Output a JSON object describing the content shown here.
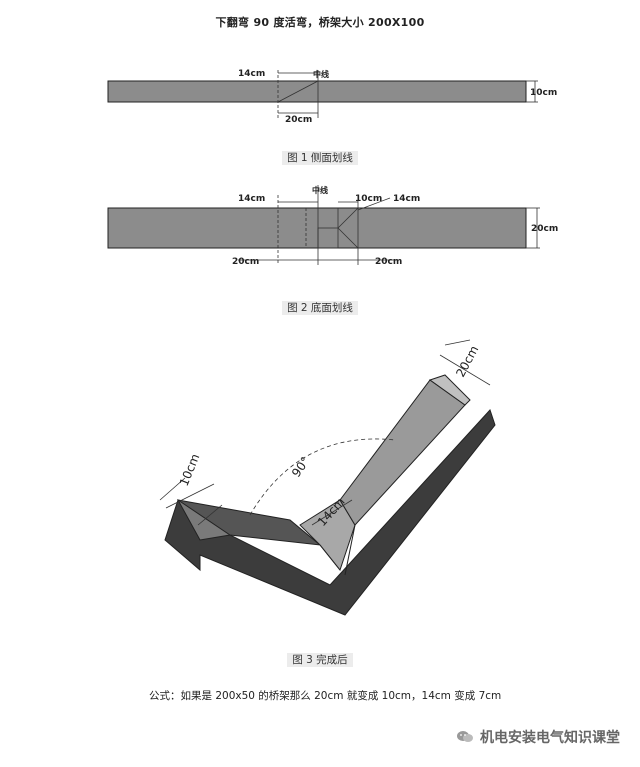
{
  "title": "下翻弯 90 度活弯，桥架大小 200X100",
  "fig1": {
    "caption": "图 1  侧面划线",
    "labels": {
      "top": "14cm",
      "center": "中线",
      "bottom": "20cm",
      "height": "10cm"
    }
  },
  "fig2": {
    "caption": "图 2  底面划线",
    "labels": {
      "top_left": "14cm",
      "center": "中线",
      "mid": "10cm",
      "top_right": "14cm",
      "bottom_left": "20cm",
      "bottom_right": "20cm",
      "height": "20cm"
    }
  },
  "fig3": {
    "caption": "图 3  完成后",
    "labels": {
      "left": "10cm",
      "angle": "90°",
      "inner": "14cm",
      "right": "20cm"
    }
  },
  "formula": "公式：如果是 200x50 的桥架那么 20cm 就变成 10cm，14cm 变成 7cm",
  "footer": "机电安装电气知识课堂",
  "colors": {
    "tray": "#8c8c8c",
    "tray_light": "#a8a8a8",
    "tray_dark": "#3c3c3c",
    "line": "#333333"
  }
}
